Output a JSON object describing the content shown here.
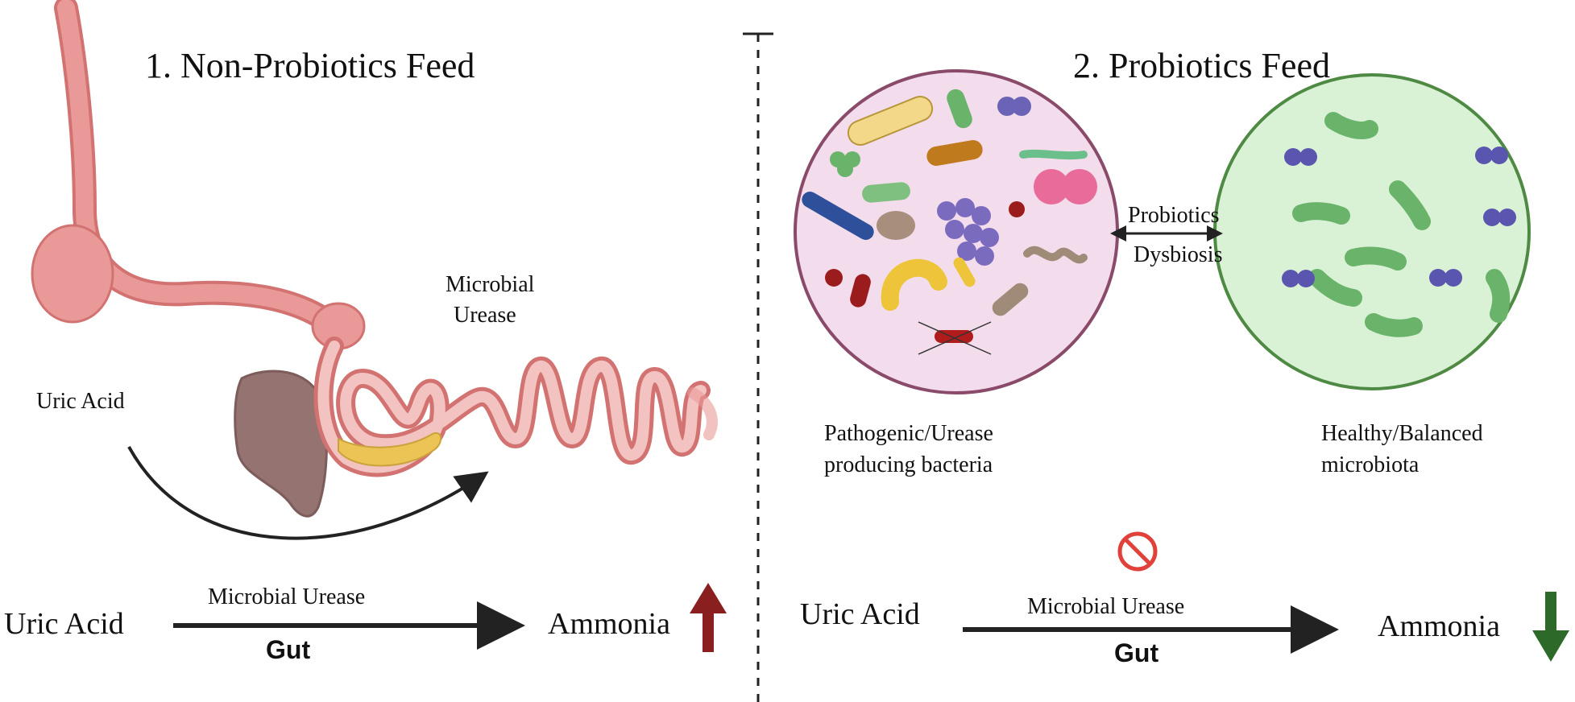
{
  "panel1": {
    "title": "1. Non-Probiotics Feed",
    "labels": {
      "uric_acid": "Uric Acid",
      "microbial_line1": "Microbial",
      "microbial_line2": "Urease"
    },
    "equation": {
      "left": "Uric Acid",
      "enzyme": "Microbial Urease",
      "site": "Gut",
      "right": "Ammonia",
      "trend": "up"
    }
  },
  "panel2": {
    "title": "2. Probiotics Feed",
    "exchange": {
      "top": "Probiotics",
      "bottom": "Dysbiosis"
    },
    "left_circle": {
      "line1": "Pathogenic/Urease",
      "line2": "producing bacteria"
    },
    "right_circle": {
      "line1": "Healthy/Balanced",
      "line2": "microbiota"
    },
    "equation": {
      "left": "Uric Acid",
      "enzyme": "Microbial Urease",
      "site": "Gut",
      "right": "Ammonia",
      "trend": "down",
      "blocked_icon": "prohibited-icon"
    }
  },
  "colors": {
    "tract": "#e99a98",
    "tract_edge": "#d27271",
    "liver": "#957371",
    "bile": "#ecc455",
    "up_arrow": "#8a1f1f",
    "down_arrow": "#2d6a2a",
    "pathogen_fill": "#f3dcec",
    "pathogen_edge": "#8a4a6a",
    "healthy_fill": "#d9f1d4",
    "healthy_edge": "#4f8a44",
    "prohibit": "#e0413a"
  }
}
